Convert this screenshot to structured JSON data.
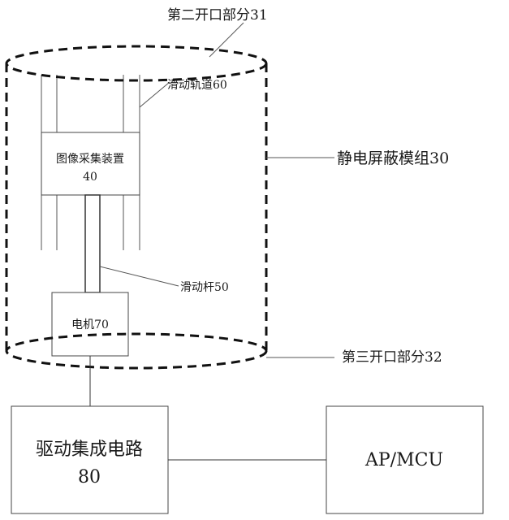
{
  "labels": {
    "opening_top": "第二开口部分31",
    "slide_rail": "滑动轨道60",
    "camera_line1": "图像采集装置",
    "camera_line2": "40",
    "shield": "静电屏蔽模组30",
    "slide_rod": "滑动杆50",
    "motor": "电机70",
    "opening_bottom": "第三开口部分32",
    "driver_line1": "驱动集成电路",
    "driver_line2": "80",
    "processor": "AP/MCU"
  },
  "colors": {
    "line": "#333333",
    "dashed_outline": "#111111",
    "background": "#ffffff",
    "text": "#1a1a1a"
  }
}
